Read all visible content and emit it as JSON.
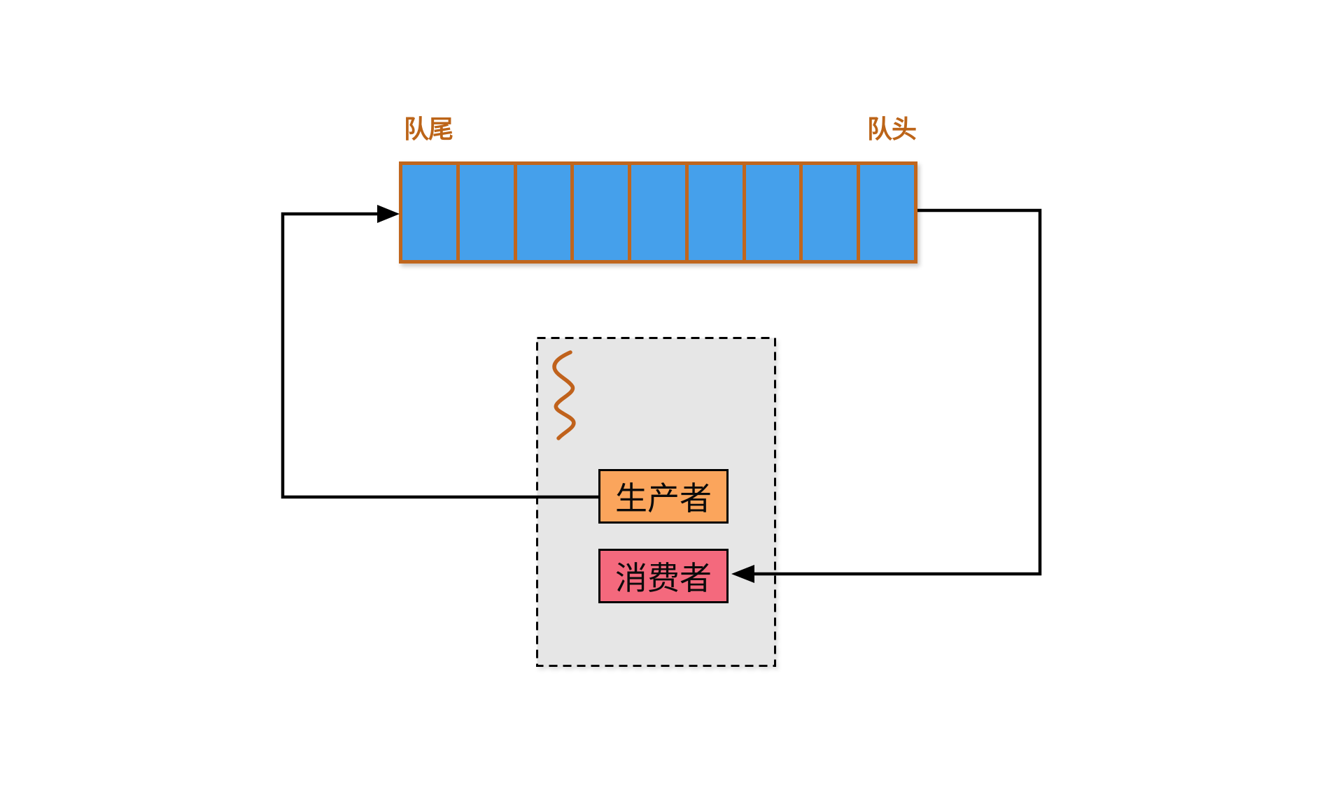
{
  "diagram": {
    "queue": {
      "tail_label": "队尾",
      "head_label": "队头",
      "cell_count": 9,
      "cell_fill": "#45A0EB",
      "border_color": "#C0661D"
    },
    "labels": {
      "color": "#BC6418"
    },
    "process_group": {
      "box_fill": "#E6E6E6",
      "squiggle_color": "#C0621C",
      "producer_label": "生产者",
      "producer_fill": "#FBA55C",
      "consumer_label": "消费者",
      "consumer_fill": "#F4697D"
    },
    "line_color": "#000000"
  }
}
